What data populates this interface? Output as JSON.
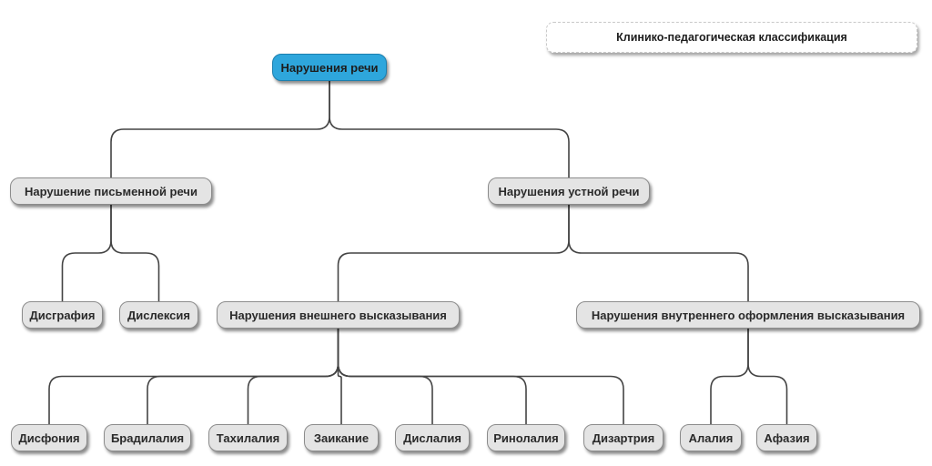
{
  "legend": "Клинико-педагогическая классификация",
  "nodes": {
    "root": "Нарушения речи",
    "written": "Нарушение письменной речи",
    "oral": "Нарушения устной речи",
    "dysgraphia": "Дисграфия",
    "dyslexia": "Дислексия",
    "external": "Нарушения внешнего высказывания",
    "internal": "Нарушения внутреннего оформления высказывания",
    "dysphonia": "Дисфония",
    "bradylalia": "Брадилалия",
    "tachylalia": "Тахилалия",
    "stuttering": "Заикание",
    "dyslalia": "Дислалия",
    "rhinolalia": "Ринолалия",
    "dysarthria": "Дизартрия",
    "alalia": "Алалия",
    "aphasia": "Афазия"
  },
  "edges": [
    [
      "root",
      "written"
    ],
    [
      "root",
      "oral"
    ],
    [
      "written",
      "dysgraphia"
    ],
    [
      "written",
      "dyslexia"
    ],
    [
      "oral",
      "external"
    ],
    [
      "oral",
      "internal"
    ],
    [
      "external",
      "dysphonia"
    ],
    [
      "external",
      "bradylalia"
    ],
    [
      "external",
      "tachylalia"
    ],
    [
      "external",
      "stuttering"
    ],
    [
      "external",
      "dyslalia"
    ],
    [
      "external",
      "rhinolalia"
    ],
    [
      "external",
      "dysarthria"
    ],
    [
      "internal",
      "alalia"
    ],
    [
      "internal",
      "aphasia"
    ]
  ],
  "colors": {
    "root_fill": "#2ea6dc",
    "node_fill": "#e4e4e4",
    "connector": "#444444"
  }
}
